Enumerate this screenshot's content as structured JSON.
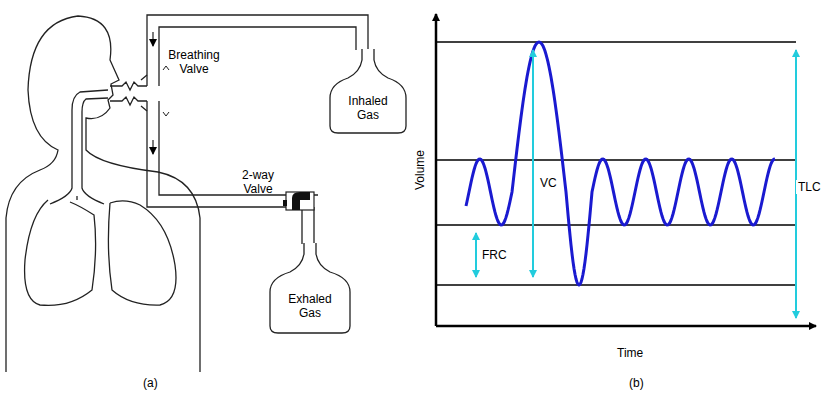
{
  "diagram": {
    "nodes": [
      {
        "text": [
          "Inhaled Gas"
        ]
      },
      {
        "text": [
          "Exhaled Gas"
        ]
      }
    ],
    "labels": [
      "Breathing Valve",
      "2-way Valve",
      "VC",
      "FRC",
      "TLC",
      "Volume",
      "Time",
      "(a)",
      "(b)"
    ]
  }
}
